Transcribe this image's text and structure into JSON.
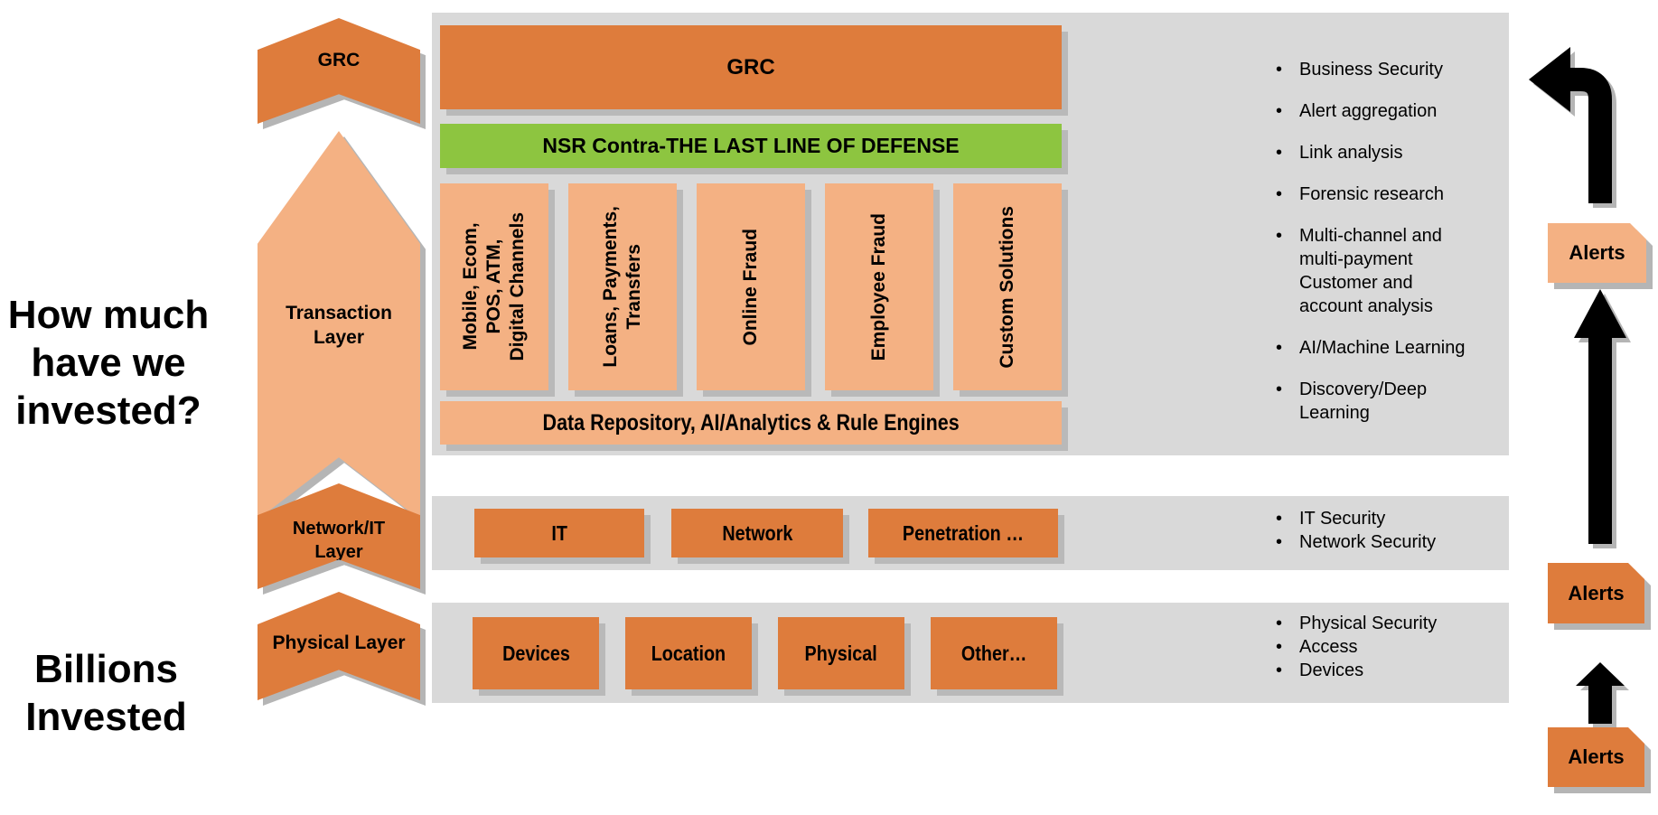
{
  "headings": {
    "question": "How much\nhave we\ninvested?",
    "statement": "Billions\nInvested"
  },
  "chevrons": {
    "grc": "GRC",
    "transaction": "Transaction\nLayer",
    "network_it": "Network/IT\nLayer",
    "physical": "Physical Layer"
  },
  "transaction_panel": {
    "grc_bar": "GRC",
    "defense_bar": "NSR Contra-THE LAST LINE OF DEFENSE",
    "columns": [
      "Mobile, Ecom,\nPOS, ATM,\nDigital Channels",
      "Loans, Payments,\nTransfers",
      "Online Fraud",
      "Employee Fraud",
      "Custom Solutions"
    ],
    "data_bar": "Data Repository, AI/Analytics & Rule Engines",
    "bullets": [
      "Business Security",
      "Alert aggregation",
      "Link analysis",
      "Forensic research",
      "Multi-channel and\nmulti-payment\nCustomer and\naccount analysis",
      "AI/Machine Learning",
      "Discovery/Deep\nLearning"
    ]
  },
  "network_panel": {
    "boxes": [
      "IT",
      "Network",
      "Penetration …"
    ],
    "bullets": [
      "IT Security",
      "Network Security"
    ]
  },
  "physical_panel": {
    "boxes": [
      "Devices",
      "Location",
      "Physical",
      "Other…"
    ],
    "bullets": [
      "Physical Security",
      "Access",
      "Devices"
    ]
  },
  "alerts": {
    "top": "Alerts",
    "middle": "Alerts",
    "bottom": "Alerts"
  },
  "colors": {
    "dark_orange": "#de7c3c",
    "light_orange": "#f4b183",
    "green": "#8dc540",
    "panel_gray": "#d9d9d9",
    "shadow_gray": "#b5b5b5",
    "arrow_black": "#000000"
  }
}
